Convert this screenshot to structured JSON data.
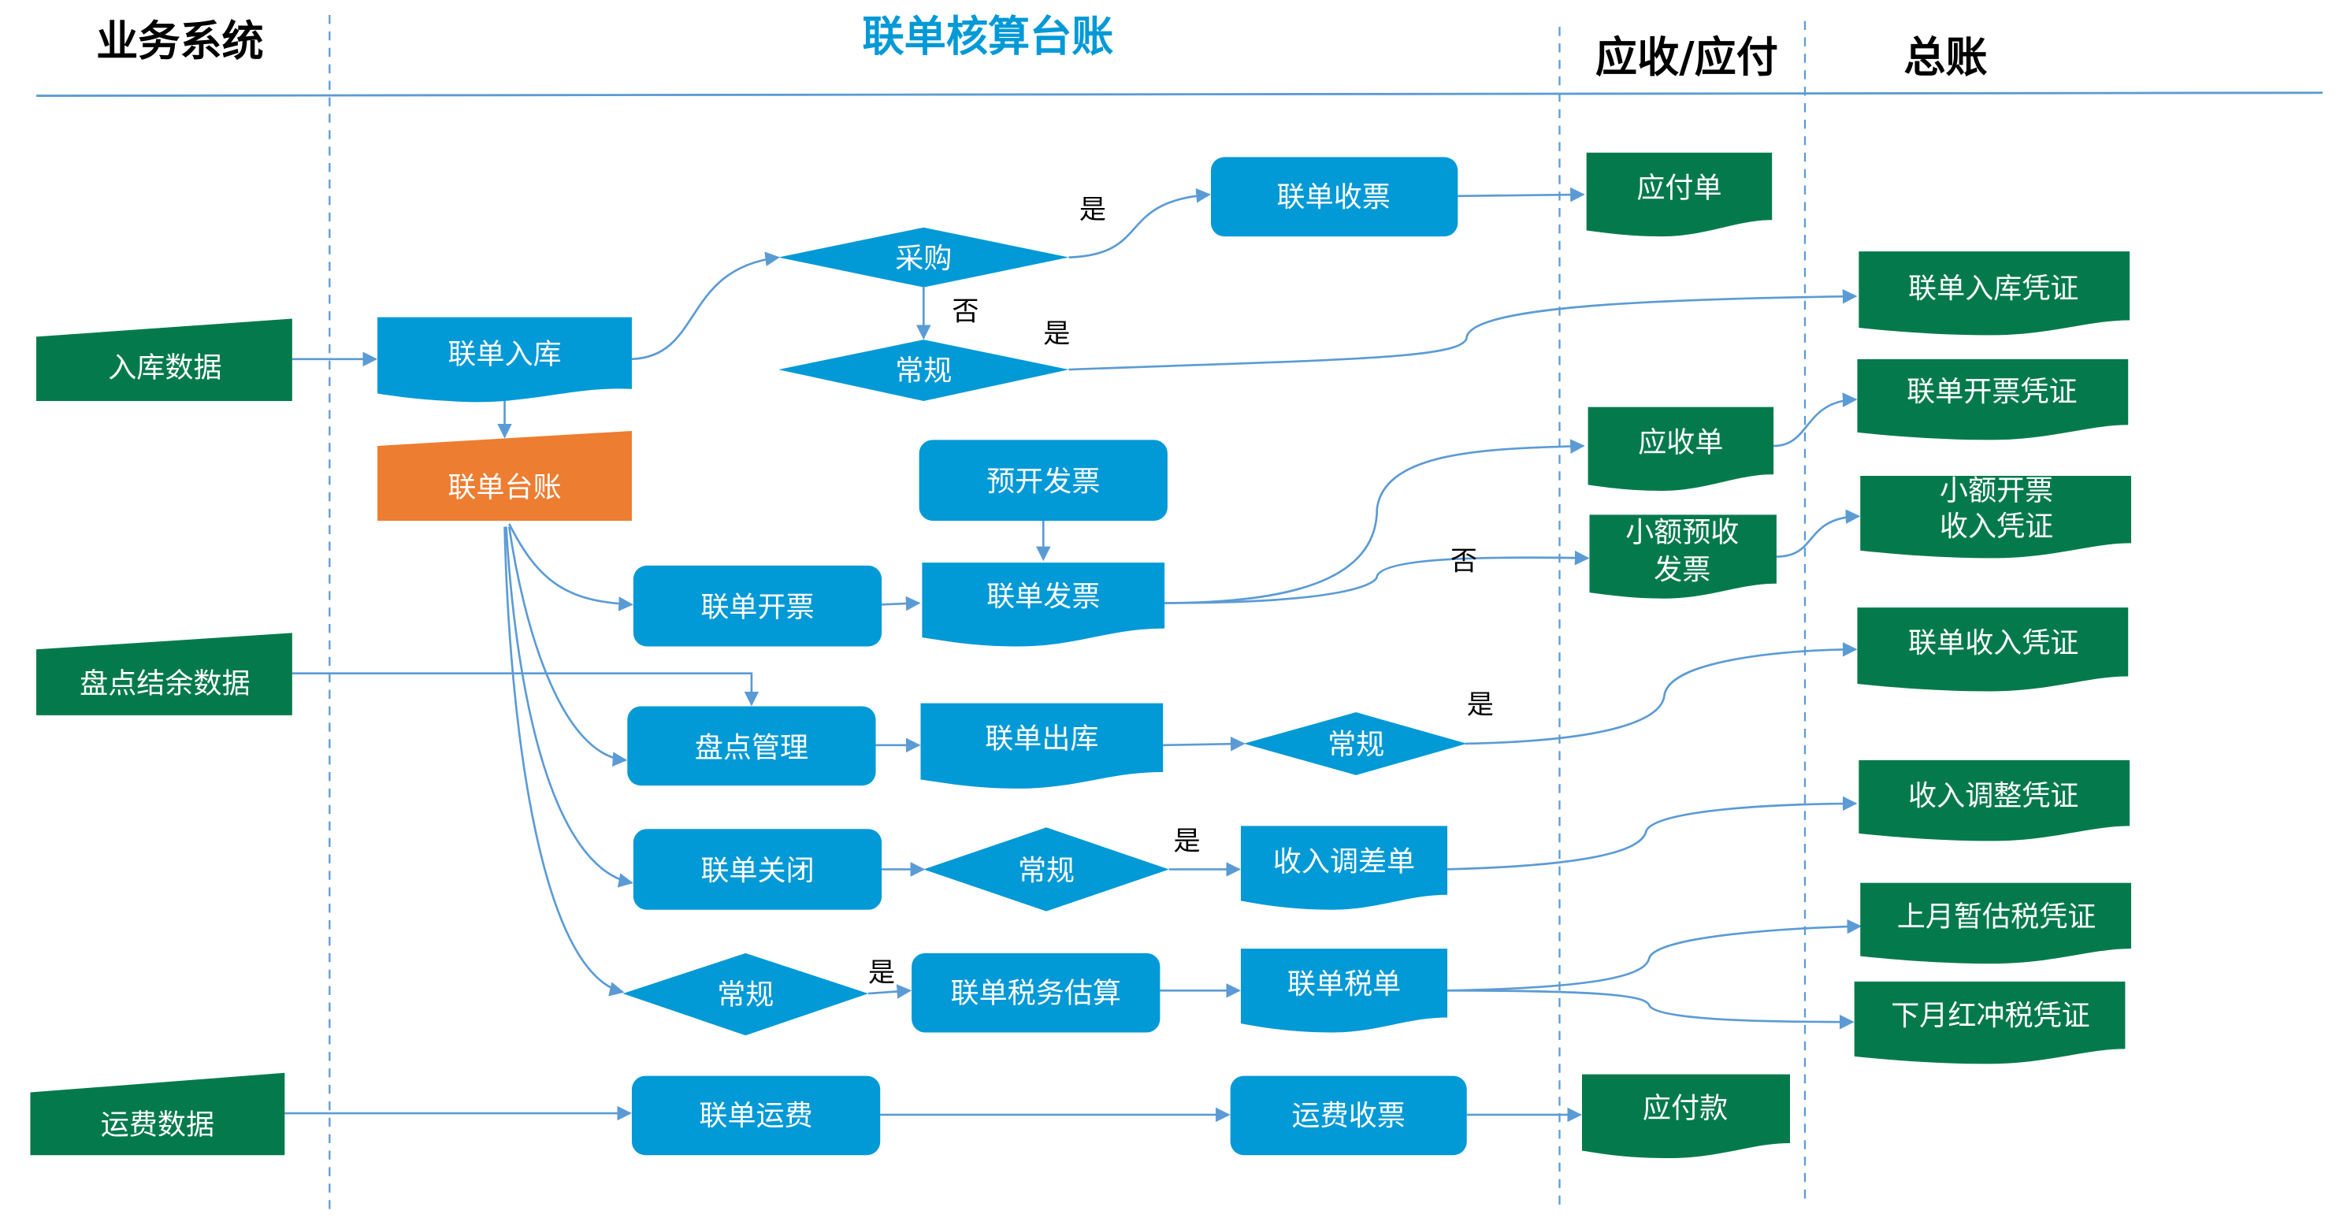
{
  "colors": {
    "source_green": "#047a4c",
    "process_blue": "#0199d6",
    "ledger_orange": "#ed7d31",
    "connector_blue": "#5b9bd5",
    "title_blue": "#0199d6"
  },
  "lanes": {
    "business_system": "业务系统",
    "joint_ledger": "联单核算台账",
    "ar_ap": "应收/应付",
    "general_ledger": "总账"
  },
  "sources": {
    "inbound_data": "入库数据",
    "inventory_data": "盘点结余数据",
    "freight_data": "运费数据"
  },
  "process": {
    "joint_inbound": "联单入库",
    "joint_ledger": "联单台账",
    "purchase": "采购",
    "regular_1": "常规",
    "joint_receipt": "联单收票",
    "pre_invoice": "预开发票",
    "joint_invoicing": "联单开票",
    "joint_invoice": "联单发票",
    "inventory_mgmt": "盘点管理",
    "joint_outbound": "联单出库",
    "regular_2": "常规",
    "joint_close": "联单关闭",
    "regular_3": "常规",
    "income_adjust_doc": "收入调差单",
    "regular_4": "常规",
    "tax_estimate": "联单税务估算",
    "joint_tax_doc": "联单税单",
    "joint_freight": "联单运费",
    "freight_receipt": "运费收票"
  },
  "arap": {
    "payable_doc": "应付单",
    "receivable_doc": "应收单",
    "small_prepay_invoice_l1": "小额预收",
    "small_prepay_invoice_l2": "发票",
    "payable_payment": "应付款"
  },
  "gl": {
    "inbound_voucher": "联单入库凭证",
    "invoicing_voucher": "联单开票凭证",
    "small_invoice_voucher_l1": "小额开票",
    "small_invoice_voucher_l2": "收入凭证",
    "income_voucher": "联单收入凭证",
    "income_adjust_voucher": "收入调整凭证",
    "last_month_tax_voucher": "上月暂估税凭证",
    "next_month_reversal_voucher": "下月红冲税凭证"
  },
  "edge_labels": {
    "yes_purchase": "是",
    "no_purchase": "否",
    "yes_regular_1": "是",
    "no_invoice": "否",
    "yes_regular_2": "是",
    "yes_regular_3": "是",
    "yes_regular_4": "是"
  }
}
